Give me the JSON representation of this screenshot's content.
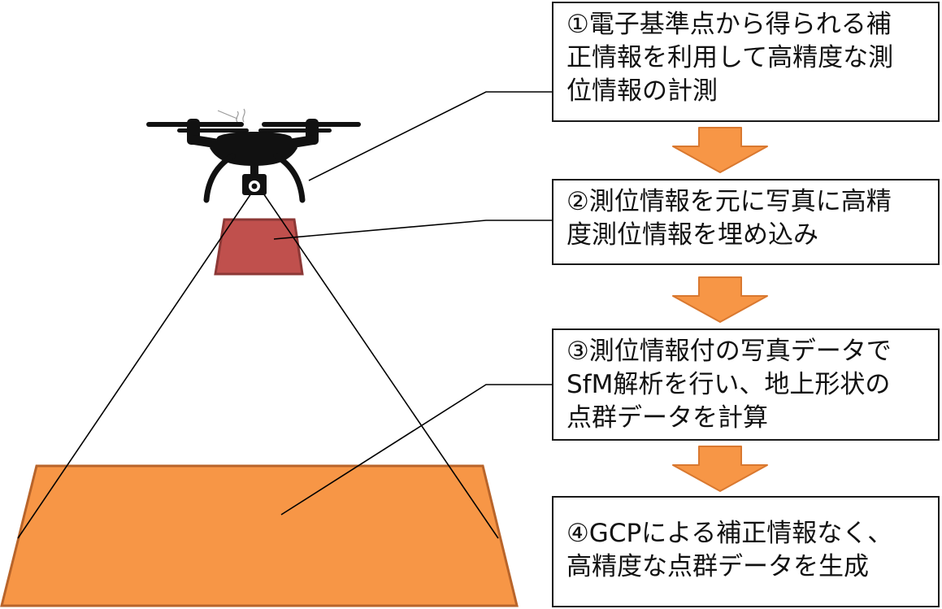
{
  "steps": [
    {
      "id": "step1",
      "lines": [
        "①電子基準点から得られる補",
        "正情報を利用して高精度な測",
        "位情報の計測"
      ]
    },
    {
      "id": "step2",
      "lines": [
        "②測位情報を元に写真に高精",
        "度測位情報を埋め込み"
      ]
    },
    {
      "id": "step3",
      "lines": [
        "③測位情報付の写真データで",
        "SfM解析を行い、地上形状の",
        "点群データを計算"
      ]
    },
    {
      "id": "step4",
      "lines": [
        "④GCPによる補正情報なく、",
        "高精度な点群データを生成"
      ]
    }
  ],
  "colors": {
    "photo": "#c0504d",
    "photo_border": "#8c3836",
    "ground": "#f79646",
    "ground_border": "#b8642a",
    "arrow": "#f79646",
    "arrow_border": "#d9782f",
    "drone": "#111111",
    "line": "#000000"
  },
  "icons": {
    "drone": "drone-icon",
    "camera": "camera-icon",
    "arrow": "arrow-down-icon"
  }
}
